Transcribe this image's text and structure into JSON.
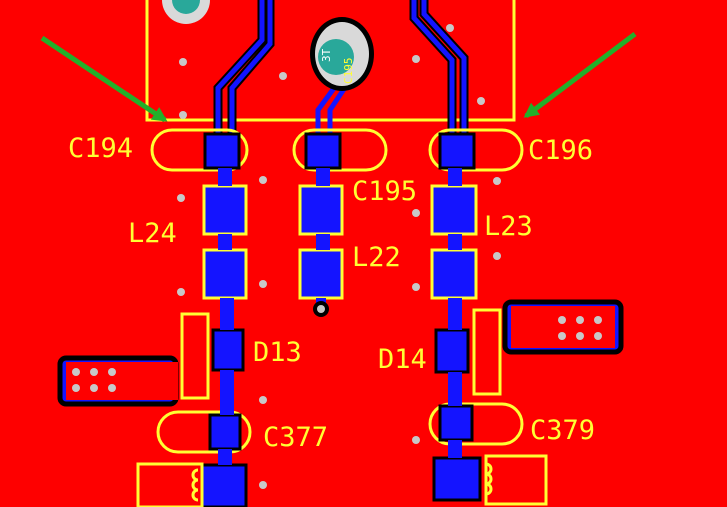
{
  "board": {
    "background": "#fe0000",
    "silkscreen_color": "#ffff33",
    "trace_color": "#1414ff",
    "via_color": "#c8c8c8",
    "labels": {
      "c194": "C194",
      "c196": "C196",
      "c195": "C195",
      "l24": "L24",
      "l23": "L23",
      "l22": "L22",
      "d13": "D13",
      "d14": "D14",
      "c377": "C377",
      "c379": "C379"
    },
    "component_text": {
      "main": "3T",
      "sub": "C195"
    }
  }
}
